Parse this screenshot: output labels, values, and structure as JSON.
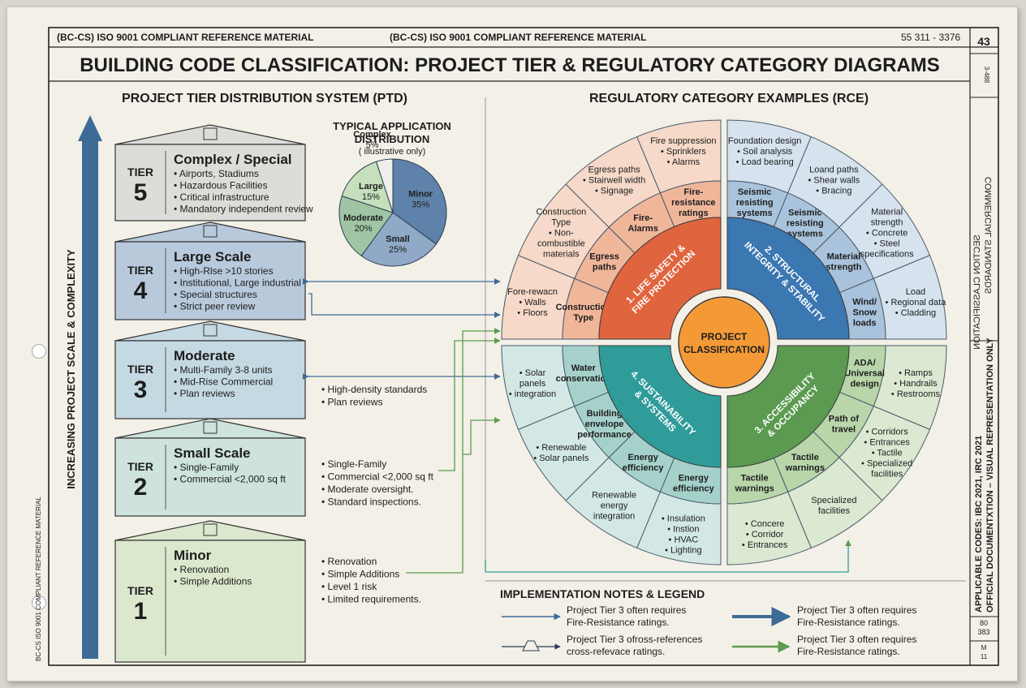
{
  "header": {
    "left": "(BC-CS) ISO 9001 COMPLIANT REFERENCE MATERIAL",
    "center": "(BC-CS) ISO 9001 COMPLIANT REFERENCE MATERIAL",
    "right": "55 311 - 3376",
    "page_number": "43"
  },
  "title": "BUILDING CODE CLASSIFICATION: PROJECT TIER & REGULATORY CATEGORY DIAGRAMS",
  "ptd": {
    "heading": "PROJECT TIER DISTRIBUTION SYSTEM (PTD)",
    "axis_label": "INCREASING PROJECT SCALE & COMPLEXITY",
    "tier_word": "TIER",
    "tiers": [
      {
        "num": "5",
        "title": "Complex / Special",
        "items": [
          "• Airports, Stadiums",
          "• Hazardous Facilities",
          "• Critical infrastructure",
          "• Mandatory independent review"
        ]
      },
      {
        "num": "4",
        "title": "Large Scale",
        "items": [
          "• High-Rlse >10 stories",
          "• Institutional, Large industrial",
          "• Special structures",
          "• Strict peer review"
        ]
      },
      {
        "num": "3",
        "title": "Moderate",
        "items": [
          "• Multi-Family 3-8 units",
          "• Mid-Rise Commercial",
          "• Plan reviews"
        ]
      },
      {
        "num": "2",
        "title": "Small Scale",
        "items": [
          "• Single-Family",
          "• Commercial <2,000 sq ft"
        ]
      },
      {
        "num": "1",
        "title": "Minor",
        "items": [
          "• Renovation",
          "• Simple Additions"
        ]
      }
    ],
    "callouts": {
      "t3": [
        "• High-density standards",
        "• Plan reviews"
      ],
      "t2": [
        "• Single-Family",
        "• Commercial <2,000 sq ft",
        "• Moderate oversight.",
        "• Standard inspections."
      ],
      "t1": [
        "• Renovation",
        "• Simple Additions",
        "• Level 1 risk",
        "• Limited requirements."
      ]
    }
  },
  "pie": {
    "title_lines": [
      "TYPICAL APPLICATION",
      "DISTRIBUTION"
    ],
    "subtitle": "( illustrative only)",
    "slices": [
      {
        "label": "Minor",
        "value": 35,
        "text": "35%",
        "color": "#5f82aa"
      },
      {
        "label": "Small",
        "value": 25,
        "text": "25%",
        "color": "#8fa9c6"
      },
      {
        "label": "Moderate",
        "value": 20,
        "text": "20%",
        "color": "#9fc5a4"
      },
      {
        "label": "Large",
        "value": 15,
        "text": "15%",
        "color": "#c6dfbd"
      },
      {
        "label": "Complex",
        "value": 5,
        "text": "5%",
        "color": "#eeeeea"
      }
    ]
  },
  "rce": {
    "heading": "REGULATORY CATEGORY EXAMPLES (RCE)",
    "center": [
      "PROJECT",
      "CLASSIFICATION"
    ],
    "quadrants": [
      {
        "label_lines": [
          "1. LIFE SAFETY &",
          "FIRE PROTECTION"
        ],
        "color": "#e0643e",
        "mid": [
          [
            "Construction",
            "Type"
          ],
          [
            "Egress",
            "paths"
          ],
          [
            "Fire-",
            "Alarms"
          ],
          [
            "Fire-",
            "resistance",
            "ratings"
          ]
        ],
        "outer": [
          [
            "Fore-rewacn",
            "• Walls",
            "• Floors"
          ],
          [
            "Construction",
            "Type",
            "• Non-",
            "combustible",
            "materials"
          ],
          [
            "Egress paths",
            "• Stairwell width",
            "• Signage"
          ],
          [
            "Fire suppression",
            "• Sprinklers",
            "• Alarms"
          ]
        ]
      },
      {
        "label_lines": [
          "2. STRUCTURAL",
          "INTEGRITY & STABILITY"
        ],
        "color": "#3b77b1",
        "mid": [
          [
            "Seismic",
            "resisting",
            "systems"
          ],
          [
            "Seismic",
            "resisting",
            "systems"
          ],
          [
            "Material",
            "strength"
          ],
          [
            "Wind/",
            "Snow",
            "loads"
          ]
        ],
        "outer": [
          [
            "Foundation design",
            "• Soil analysis",
            "• Load bearing"
          ],
          [
            "Loand paths",
            "• Shear walls",
            "• Bracing"
          ],
          [
            "Material",
            "strength",
            "• Concrete",
            "• Steel",
            "specifications"
          ],
          [
            "Load",
            "• Regional data",
            "• Cladding"
          ]
        ]
      },
      {
        "label_lines": [
          "3. ACCESSIBILITY",
          "& OCCUPANCY"
        ],
        "color": "#5b9a50",
        "mid": [
          [
            "ADA/",
            "Universal",
            "design"
          ],
          [
            "Path of",
            "travel"
          ],
          [
            "Tactile",
            "warnings"
          ],
          [
            "Tactile",
            "warnings"
          ]
        ],
        "outer": [
          [
            "• Ramps",
            "• Handrails",
            "• Restrooms"
          ],
          [
            "• Corridors",
            "• Entrances",
            "• Tactile",
            "• Specialized",
            "facilities"
          ],
          [
            "Specialized",
            "facilities"
          ],
          [
            "• Concere",
            "• Corridor",
            "• Entrances"
          ]
        ]
      },
      {
        "label_lines": [
          "4. SUSTAINABILITY",
          "& SYSTEMS"
        ],
        "color": "#2f9c9a",
        "mid": [
          [
            "Energy",
            "efficiency"
          ],
          [
            "Energy",
            "efficiency"
          ],
          [
            "Building",
            "envelope",
            "performance"
          ],
          [
            "Water",
            "conservation"
          ]
        ],
        "outer": [
          [
            "• Insulation",
            "• Instion",
            "• HVAC",
            "• Lighting"
          ],
          [
            "Renewable",
            "energy",
            "integration"
          ],
          [
            "• Renewable",
            "• Solar panels"
          ],
          [
            "• Solar",
            "panels",
            "• integration"
          ]
        ]
      }
    ]
  },
  "legend": {
    "heading": "IMPLEMENTATION NOTES & LEGEND",
    "items": [
      {
        "lines": [
          "Project Tier 3 often requires",
          "Fire-Resistance ratings."
        ]
      },
      {
        "lines": [
          "Project Tier 3 ofross-references",
          "cross-refevace ratings."
        ]
      },
      {
        "lines": [
          "Project Tier 3 often requires",
          "Fire-Resistance ratings."
        ]
      },
      {
        "lines": [
          "Project Tier 3 often requires",
          "Fire-Resistance ratings."
        ]
      }
    ]
  },
  "side": {
    "vertical_main": [
      "APPLICABLE CODES: IBC 2021, IRC 2021",
      "OFFICIAL DOCUMENTXTION – VISUAL REPRESENTATION ONLY"
    ],
    "vertical_mirror": [
      "SECTION CLASSIFICATION",
      "COMMERCIAL STANDARDS"
    ],
    "top_code": "3-488",
    "box1": [
      "80",
      "383"
    ],
    "box2": [
      "M",
      "11"
    ],
    "left_margin": "BC-CS ISO 9001 COMPLIANT REFERENCE MATERIAL"
  },
  "colors": {
    "tier5": "#dcdcd9",
    "tier4": "#b8c9dc",
    "tier3": "#c5d9e3",
    "tier2": "#cde3dc",
    "tier1": "#dbe8cd",
    "arrow_blue": "#3e6b96",
    "arrow_green": "#5c9b50",
    "center": "#f39a37"
  }
}
